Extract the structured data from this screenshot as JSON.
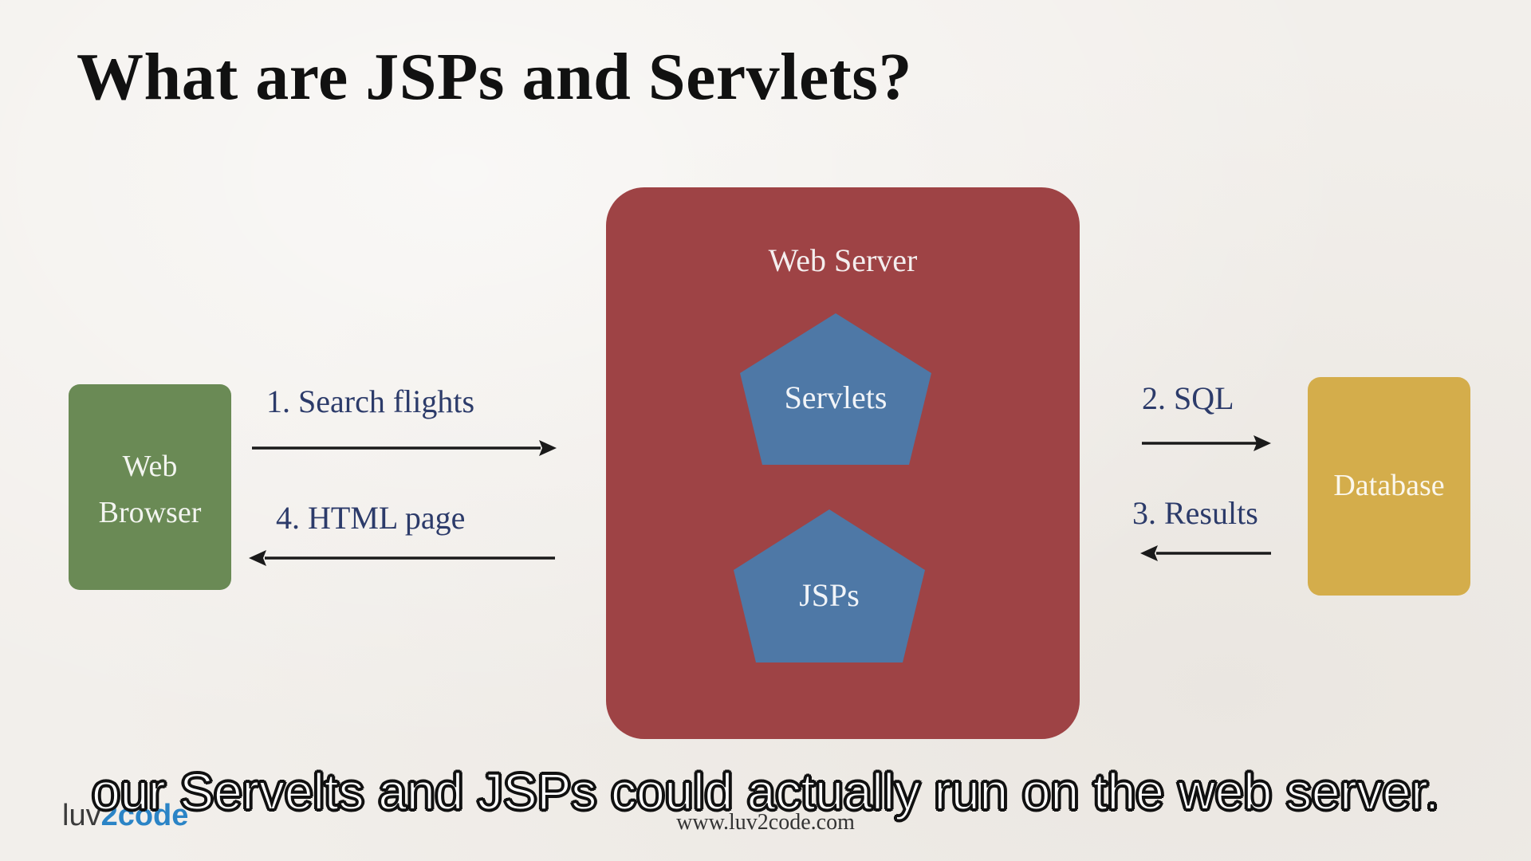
{
  "slide": {
    "title": "What are JSPs and Servlets?",
    "footer_url": "www.luv2code.com",
    "logo_text_prefix": "luv",
    "logo_text_suffix": "2code"
  },
  "diagram": {
    "web_browser": {
      "line1": "Web",
      "line2": "Browser"
    },
    "web_server": {
      "label": "Web Server"
    },
    "servlets": {
      "label": "Servlets"
    },
    "jsps": {
      "label": "JSPs"
    },
    "database": {
      "label": "Database"
    },
    "arrows": {
      "search_flights": "1. Search flights",
      "sql": "2. SQL",
      "results": "3. Results",
      "html_page": "4. HTML page"
    }
  },
  "subtitle": {
    "text": "our Servelts and JSPs could actually run on the web server."
  },
  "colors": {
    "web_server": "#9e4345",
    "pentagon": "#4e78a6",
    "web_browser": "#6a8a55",
    "database": "#d4ad4b",
    "arrow_label": "#2c3b6a"
  },
  "icons": [
    "arrow-right-icon",
    "arrow-left-icon",
    "pentagon-shape"
  ]
}
